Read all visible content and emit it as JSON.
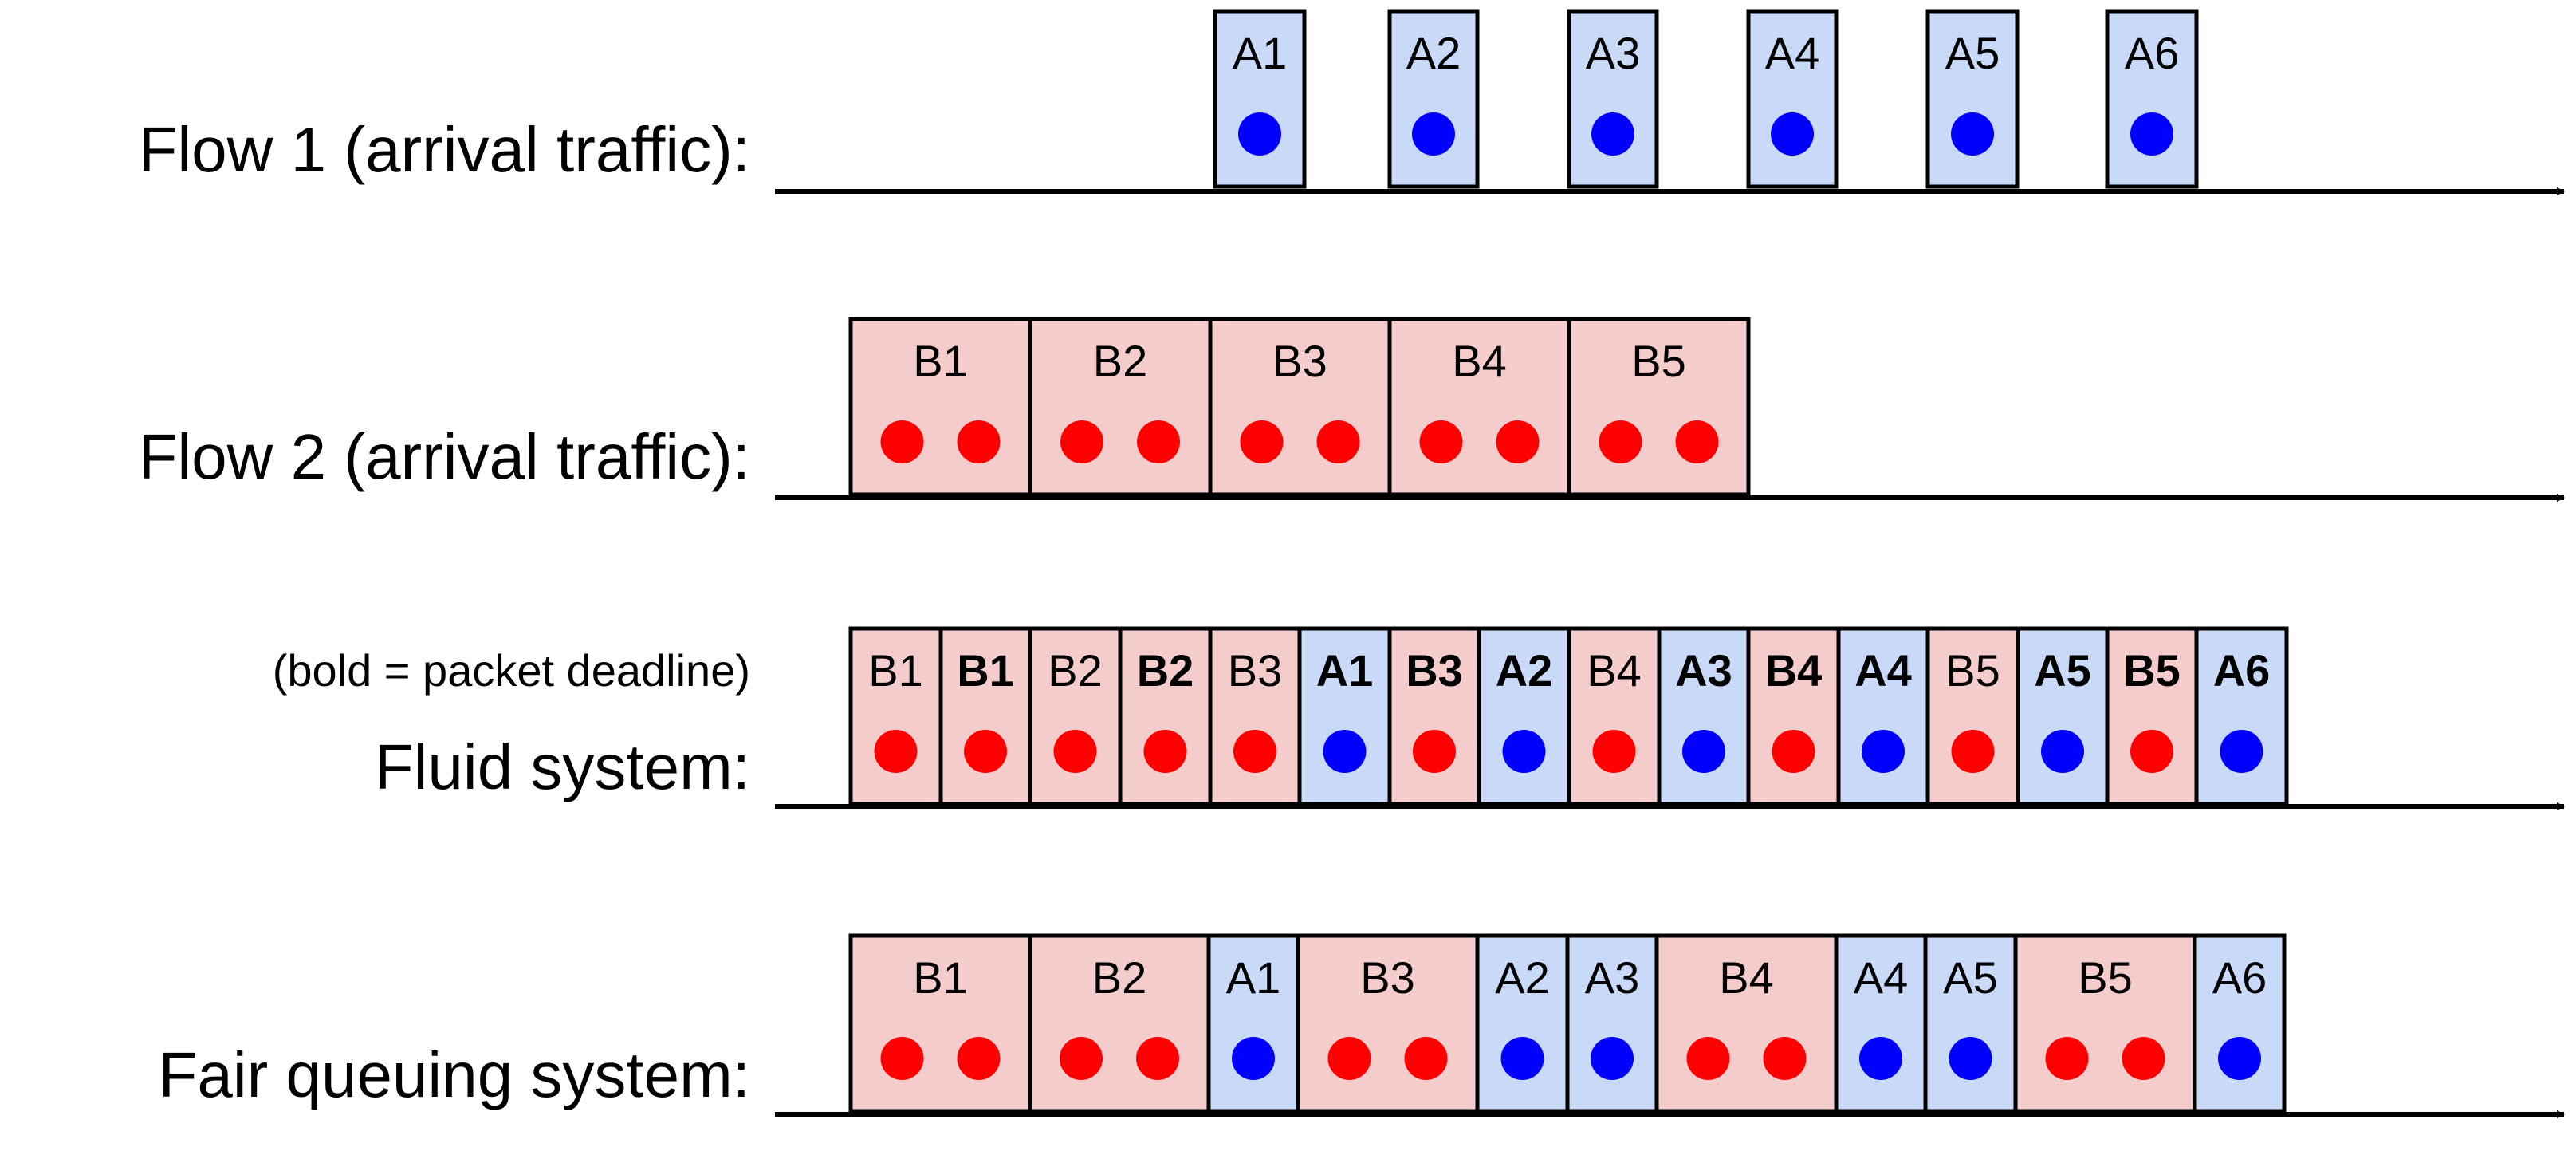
{
  "colors": {
    "flow_a_fill": "#c9daf8",
    "flow_b_fill": "#f4cccc",
    "flow_a_dot": "#0000ff",
    "flow_b_dot": "#ff0000",
    "border": "#000000",
    "axis": "#000000"
  },
  "rows": [
    {
      "id": "flow1",
      "label": "Flow 1 (arrival traffic):",
      "note": "",
      "packets": [
        {
          "label": "A1",
          "flow": "A",
          "bold": false,
          "dots": 1
        },
        {
          "label": "A2",
          "flow": "A",
          "bold": false,
          "dots": 1
        },
        {
          "label": "A3",
          "flow": "A",
          "bold": false,
          "dots": 1
        },
        {
          "label": "A4",
          "flow": "A",
          "bold": false,
          "dots": 1
        },
        {
          "label": "A5",
          "flow": "A",
          "bold": false,
          "dots": 1
        },
        {
          "label": "A6",
          "flow": "A",
          "bold": false,
          "dots": 1
        }
      ]
    },
    {
      "id": "flow2",
      "label": "Flow 2 (arrival traffic):",
      "note": "",
      "packets": [
        {
          "label": "B1",
          "flow": "B",
          "bold": false,
          "dots": 2
        },
        {
          "label": "B2",
          "flow": "B",
          "bold": false,
          "dots": 2
        },
        {
          "label": "B3",
          "flow": "B",
          "bold": false,
          "dots": 2
        },
        {
          "label": "B4",
          "flow": "B",
          "bold": false,
          "dots": 2
        },
        {
          "label": "B5",
          "flow": "B",
          "bold": false,
          "dots": 2
        }
      ]
    },
    {
      "id": "fluid",
      "label": "Fluid system:",
      "note": "(bold = packet deadline)",
      "packets": [
        {
          "label": "B1",
          "flow": "B",
          "bold": false,
          "dots": 1
        },
        {
          "label": "B1",
          "flow": "B",
          "bold": true,
          "dots": 1
        },
        {
          "label": "B2",
          "flow": "B",
          "bold": false,
          "dots": 1
        },
        {
          "label": "B2",
          "flow": "B",
          "bold": true,
          "dots": 1
        },
        {
          "label": "B3",
          "flow": "B",
          "bold": false,
          "dots": 1
        },
        {
          "label": "A1",
          "flow": "A",
          "bold": true,
          "dots": 1
        },
        {
          "label": "B3",
          "flow": "B",
          "bold": true,
          "dots": 1
        },
        {
          "label": "A2",
          "flow": "A",
          "bold": true,
          "dots": 1
        },
        {
          "label": "B4",
          "flow": "B",
          "bold": false,
          "dots": 1
        },
        {
          "label": "A3",
          "flow": "A",
          "bold": true,
          "dots": 1
        },
        {
          "label": "B4",
          "flow": "B",
          "bold": true,
          "dots": 1
        },
        {
          "label": "A4",
          "flow": "A",
          "bold": true,
          "dots": 1
        },
        {
          "label": "B5",
          "flow": "B",
          "bold": false,
          "dots": 1
        },
        {
          "label": "A5",
          "flow": "A",
          "bold": true,
          "dots": 1
        },
        {
          "label": "B5",
          "flow": "B",
          "bold": true,
          "dots": 1
        },
        {
          "label": "A6",
          "flow": "A",
          "bold": true,
          "dots": 1
        }
      ]
    },
    {
      "id": "fq",
      "label": "Fair queuing system:",
      "note": "",
      "packets": [
        {
          "label": "B1",
          "flow": "B",
          "bold": false,
          "dots": 2
        },
        {
          "label": "B2",
          "flow": "B",
          "bold": false,
          "dots": 2
        },
        {
          "label": "A1",
          "flow": "A",
          "bold": false,
          "dots": 1
        },
        {
          "label": "B3",
          "flow": "B",
          "bold": false,
          "dots": 2
        },
        {
          "label": "A2",
          "flow": "A",
          "bold": false,
          "dots": 1
        },
        {
          "label": "A3",
          "flow": "A",
          "bold": false,
          "dots": 1
        },
        {
          "label": "B4",
          "flow": "B",
          "bold": false,
          "dots": 2
        },
        {
          "label": "A4",
          "flow": "A",
          "bold": false,
          "dots": 1
        },
        {
          "label": "A5",
          "flow": "A",
          "bold": false,
          "dots": 1
        },
        {
          "label": "B5",
          "flow": "B",
          "bold": false,
          "dots": 2
        },
        {
          "label": "A6",
          "flow": "A",
          "bold": false,
          "dots": 1
        }
      ]
    }
  ]
}
